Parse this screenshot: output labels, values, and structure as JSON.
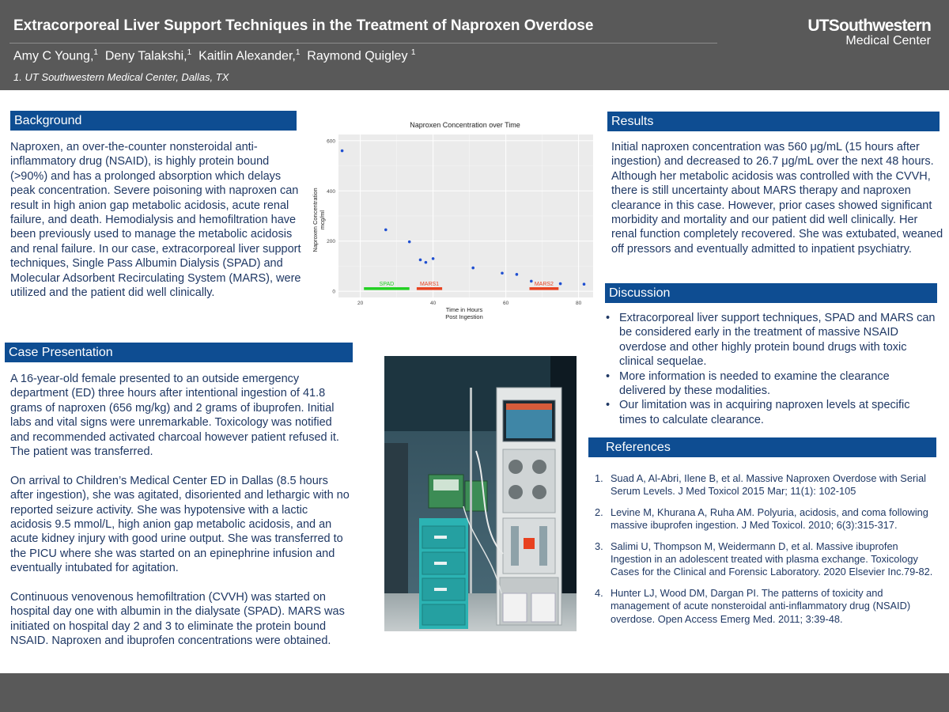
{
  "header": {
    "title": "Extracorporeal Liver Support Techniques in the Treatment of Naproxen Overdose",
    "authors": [
      {
        "name": "Amy C Young,",
        "sup": "1"
      },
      {
        "name": "Deny Talakshi,",
        "sup": "1"
      },
      {
        "name": "Kaitlin Alexander,",
        "sup": "1"
      },
      {
        "name": "Raymond Quigley",
        "sup": "1"
      }
    ],
    "affiliation": "1. UT Southwestern Medical Center, Dallas, TX",
    "logo_line1": "UTSouthwestern",
    "logo_line2": "Medical Center"
  },
  "background": {
    "heading": "Background",
    "text": "Naproxen, an over-the-counter nonsteroidal anti-inflammatory drug (NSAID), is highly protein bound (>90%) and has a prolonged absorption which delays peak concentration. Severe poisoning with naproxen can result in high anion gap metabolic acidosis, acute renal failure, and death. Hemodialysis and hemofiltration have been previously used to manage the metabolic acidosis and renal failure. In our case, extracorporeal liver support techniques, Single Pass Albumin Dialysis (SPAD) and Molecular Adsorbent Recirculating System (MARS), were utilized and the patient did well clinically."
  },
  "case": {
    "heading": "Case Presentation",
    "paragraphs": [
      "A 16-year-old female presented to an outside emergency department (ED) three hours after intentional ingestion of 41.8 grams of naproxen (656 mg/kg) and 2 grams of ibuprofen. Initial labs and vital signs were unremarkable. Toxicology was notified and recommended activated charcoal however patient refused it.  The patient was transferred.",
      "On arrival to Children’s Medical Center ED in Dallas (8.5 hours after ingestion), she was agitated, disoriented and lethargic with no reported seizure activity.  She was hypotensive with a lactic acidosis 9.5 mmol/L, high anion gap metabolic acidosis, and an acute kidney injury with good urine output.  She was transferred to the PICU where she was started on an epinephrine infusion and eventually intubated for agitation.",
      "Continuous venovenous hemofiltration (CVVH) was started on hospital day one with albumin in the dialysate (SPAD). MARS was initiated on hospital day 2 and 3 to eliminate the protein bound NSAID. Naproxen and ibuprofen concentrations were obtained."
    ]
  },
  "results": {
    "heading": "Results",
    "text": "Initial naproxen concentration was 560 μg/mL (15 hours after ingestion) and decreased to 26.7 μg/mL over the next 48 hours.  Although her metabolic acidosis was controlled with the CVVH, there is still uncertainty about MARS therapy and naproxen clearance in this case.  However, prior cases showed significant morbidity and mortality and our patient did well clinically.  Her renal function completely recovered.  She was extubated, weaned off pressors and eventually admitted to inpatient psychiatry."
  },
  "discussion": {
    "heading": "Discussion",
    "bullets": [
      "Extracorporeal liver support techniques, SPAD and MARS can be considered early in the treatment of massive NSAID overdose and other highly protein bound drugs with toxic clinical sequelae.",
      "More information is needed to examine the clearance delivered by these modalities.",
      "Our limitation was in acquiring naproxen levels at specific times to calculate clearance."
    ]
  },
  "references": {
    "heading": "References",
    "items": [
      {
        "num": "1.",
        "text": "Suad A, Al-Abri, Ilene B, et al.  Massive Naproxen Overdose with Serial Serum Levels.  J Med Toxicol 2015 Mar; 11(1): 102-105"
      },
      {
        "num": "2.",
        "text": "Levine M, Khurana A, Ruha AM.  Polyuria, acidosis, and coma following massive ibuprofen ingestion.  J Med Toxicol. 2010; 6(3):315-317."
      },
      {
        "num": "3.",
        "text": "Salimi U, Thompson M, Weidermann D, et al.  Massive ibuprofen Ingestion in an adolescent treated with plasma exchange.  Toxicology Cases for the Clinical and Forensic Laboratory.  2020 Elsevier Inc.79-82."
      },
      {
        "num": "4.",
        "text": "Hunter LJ, Wood DM, Dargan PI.  The patterns of toxicity and management of acute nonsteroidal anti-inflammatory drug (NSAID) overdose.  Open Access Emerg Med. 2011; 3:39-48."
      }
    ]
  },
  "colors": {
    "header_bg": "#595959",
    "section_bar": "#0e4d92",
    "body_text": "#1f3864",
    "points": "#1f4fd1",
    "spad": "#22d022",
    "mars": "#e8411f"
  },
  "chart_data": {
    "type": "scatter",
    "title": "Naproxen Concentration over Time",
    "xlabel": "Time in Hours Post Ingestion",
    "ylabel": "Naproxen Concentration mcg/ml",
    "xlim": [
      14,
      84
    ],
    "ylim": [
      -25,
      625
    ],
    "xticks": [
      20,
      40,
      60,
      80
    ],
    "yticks": [
      0,
      200,
      400,
      600
    ],
    "grid": true,
    "points": [
      {
        "x": 15,
        "y": 560
      },
      {
        "x": 27,
        "y": 245
      },
      {
        "x": 33.5,
        "y": 197
      },
      {
        "x": 36.5,
        "y": 125
      },
      {
        "x": 38,
        "y": 115
      },
      {
        "x": 40,
        "y": 130
      },
      {
        "x": 51,
        "y": 93
      },
      {
        "x": 59,
        "y": 72
      },
      {
        "x": 63,
        "y": 67
      },
      {
        "x": 67,
        "y": 40
      },
      {
        "x": 75,
        "y": 30
      },
      {
        "x": 81.5,
        "y": 28
      }
    ],
    "intervals": [
      {
        "label": "SPAD",
        "x0": 21,
        "x1": 33.5,
        "color": "#22d022"
      },
      {
        "label": "MARS1",
        "x0": 35.5,
        "x1": 42.5,
        "color": "#e8411f"
      },
      {
        "label": "MARS2",
        "x0": 66.5,
        "x1": 74.5,
        "color": "#e8411f"
      }
    ]
  }
}
